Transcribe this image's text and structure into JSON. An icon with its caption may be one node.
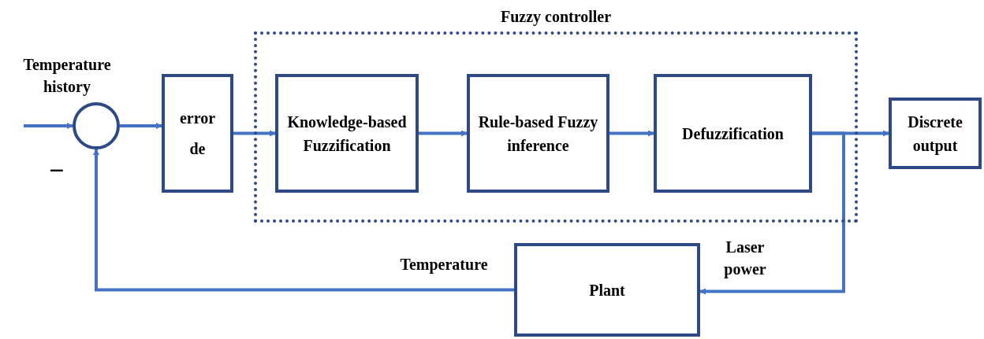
{
  "diagram": {
    "nodes": [
      {
        "text": [
          "Fuzzy controller"
        ]
      },
      {
        "text": [],
        "shape": "circle",
        "beside": [
          "Temperature history",
          "−"
        ]
      },
      {
        "text": [
          "error",
          "de"
        ]
      },
      {
        "text": [
          "Knowledge-based Fuzzification"
        ],
        "in": 0
      },
      {
        "text": [
          "Rule-based Fuzzy inference"
        ],
        "in": 0
      },
      {
        "text": [
          "Defuzzification"
        ],
        "in": 0
      },
      {
        "text": [
          "Discrete output"
        ]
      },
      {
        "text": [
          "Plant"
        ]
      }
    ],
    "edges": [
      {
        "from": null,
        "to": 1,
        "arrow": "to"
      },
      {
        "from": 1,
        "to": 2,
        "arrow": "to"
      },
      {
        "from": 2,
        "to": 3,
        "arrow": "to"
      },
      {
        "from": 3,
        "to": 4,
        "arrow": "to"
      },
      {
        "from": 4,
        "to": 5,
        "arrow": "to"
      },
      {
        "from": 5,
        "to": 6,
        "arrow": "to"
      },
      {
        "from": 5,
        "to": 7,
        "arrow": "to",
        "label": "Laser power"
      },
      {
        "from": 7,
        "to": 1,
        "arrow": "to",
        "label": "Temperature"
      }
    ]
  }
}
